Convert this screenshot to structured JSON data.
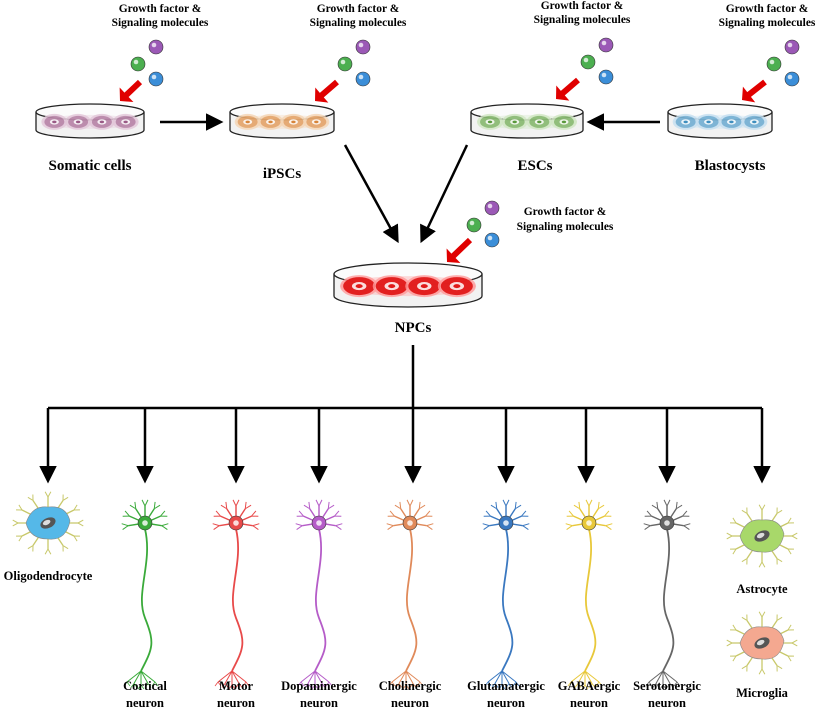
{
  "growth_factor": {
    "line1": "Growth factor &",
    "line2": "Signaling molecules"
  },
  "sources": [
    {
      "id": "somatic",
      "label": "Somatic cells",
      "color": "#9a5a86",
      "glow": "#e2c6d8"
    },
    {
      "id": "ipsc",
      "label": "iPSCs",
      "color": "#d8853a",
      "glow": "#f4d5b4"
    },
    {
      "id": "esc",
      "label": "ESCs",
      "color": "#5a9a3c",
      "glow": "#cfe6c2"
    },
    {
      "id": "blast",
      "label": "Blastocysts",
      "color": "#3f8fbf",
      "glow": "#c4dff0"
    }
  ],
  "npc": {
    "label": "NPCs",
    "color": "#e01818",
    "glow": "#ff9a9a"
  },
  "molecule_colors": [
    "#9b59b6",
    "#4caf50",
    "#3b8ed8"
  ],
  "arrow_color": "#e00000",
  "cell_types": [
    {
      "id": "oligo",
      "label": [
        "Oligodendrocyte"
      ],
      "kind": "oligodendrocyte",
      "color": "#55b8e8",
      "branch": "#c8c86a"
    },
    {
      "id": "cortical",
      "label": [
        "Cortical",
        "neuron"
      ],
      "kind": "neuron",
      "color": "#3aaa3a"
    },
    {
      "id": "motor",
      "label": [
        "Motor",
        "neuron"
      ],
      "kind": "neuron",
      "color": "#e84a4a"
    },
    {
      "id": "dopa",
      "label": [
        "Dopaminergic",
        "neuron"
      ],
      "kind": "neuron",
      "color": "#b55cc8"
    },
    {
      "id": "chol",
      "label": [
        "Cholinergic",
        "neuron"
      ],
      "kind": "neuron",
      "color": "#e08a5a"
    },
    {
      "id": "glut",
      "label": [
        "Glutamatergic",
        "neuron"
      ],
      "kind": "neuron",
      "color": "#3a78c0"
    },
    {
      "id": "gaba",
      "label": [
        "GABAergic",
        "neuron"
      ],
      "kind": "neuron",
      "color": "#e8c83a"
    },
    {
      "id": "sero",
      "label": [
        "Serotonergic",
        "neuron"
      ],
      "kind": "neuron",
      "color": "#666666"
    },
    {
      "id": "astro",
      "label": [
        "Astrocyte"
      ],
      "kind": "glia",
      "color": "#a8d86a",
      "branch": "#c8c86a"
    },
    {
      "id": "micro",
      "label": [
        "Microglia"
      ],
      "kind": "glia",
      "color": "#f4a890",
      "branch": "#c8c86a"
    }
  ]
}
